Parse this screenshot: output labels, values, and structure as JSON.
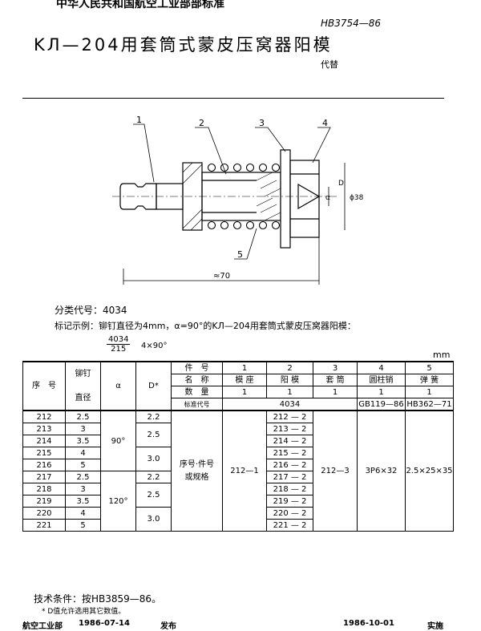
{
  "header": {
    "issuer": "中华人民共和国航空工业部部标准",
    "title": "KЛ—204用套筒式蒙皮压窝器阳模",
    "standard_no": "HB3754—86",
    "replaces": "代替"
  },
  "drawing": {
    "callouts": [
      "1",
      "2",
      "3",
      "4",
      "5"
    ],
    "dim_overall": "≈70",
    "dim_dia": "ϕ38",
    "dim_d": "D",
    "dim_alpha": "α"
  },
  "info": {
    "classification": "分类代号：4034",
    "marking_example": "标记示例：铆钉直径为4mm，α=90°的KЛ—204用套筒式蒙皮压窝器阳模：",
    "frac_num": "4034",
    "frac_den": "215",
    "frac_suffix": "4×90°",
    "unit": "mm"
  },
  "table": {
    "h_seq": "序　号",
    "h_rivet": "铆钉",
    "h_dia": "直径",
    "h_alpha": "α",
    "h_D": "D*",
    "h_part_no": "件　号",
    "h_name": "名　称",
    "h_qty": "数　量",
    "h_std": "标准代号",
    "parts": [
      {
        "no": "1",
        "name": "模 座",
        "qty": "1"
      },
      {
        "no": "2",
        "name": "阳 模",
        "qty": "1"
      },
      {
        "no": "3",
        "name": "套 筒",
        "qty": "1"
      },
      {
        "no": "4",
        "name": "圆柱销",
        "qty": "1"
      },
      {
        "no": "5",
        "name": "弹 簧",
        "qty": "1"
      }
    ],
    "std_4034": "4034",
    "std_pin": "GB119—86",
    "std_spring": "HB362—71",
    "rows": [
      {
        "seq": "212",
        "d": "2.5",
        "mold": "212 — 2"
      },
      {
        "seq": "213",
        "d": "3",
        "mold": "213 — 2"
      },
      {
        "seq": "214",
        "d": "3.5",
        "mold": "214 — 2"
      },
      {
        "seq": "215",
        "d": "4",
        "mold": "215 — 2"
      },
      {
        "seq": "216",
        "d": "5",
        "mold": "216 — 2"
      },
      {
        "seq": "217",
        "d": "2.5",
        "mold": "217 — 2"
      },
      {
        "seq": "218",
        "d": "3",
        "mold": "218 — 2"
      },
      {
        "seq": "219",
        "d": "3.5",
        "mold": "219 — 2"
      },
      {
        "seq": "220",
        "d": "4",
        "mold": "220 — 2"
      },
      {
        "seq": "221",
        "d": "5",
        "mold": "221 — 2"
      }
    ],
    "alpha_90": "90°",
    "alpha_120": "120°",
    "D_22": "2.2",
    "D_25": "2.5",
    "D_30": "3.0",
    "seq_spec_label": "序号·件号或规格",
    "base_spec": "212—1",
    "sleeve_spec": "212—3",
    "pin_spec": "3P6×32",
    "spring_spec": "2.5×25×35"
  },
  "tech": {
    "conditions": "技术条件：按HB3859—86。",
    "note": "* D值允许选用其它数值。"
  },
  "footer": {
    "ministry": "航空工业部",
    "issue_date": "1986-07-14",
    "issue_label": "发布",
    "effective_date": "1986-10-01",
    "effective_label": "实施"
  }
}
